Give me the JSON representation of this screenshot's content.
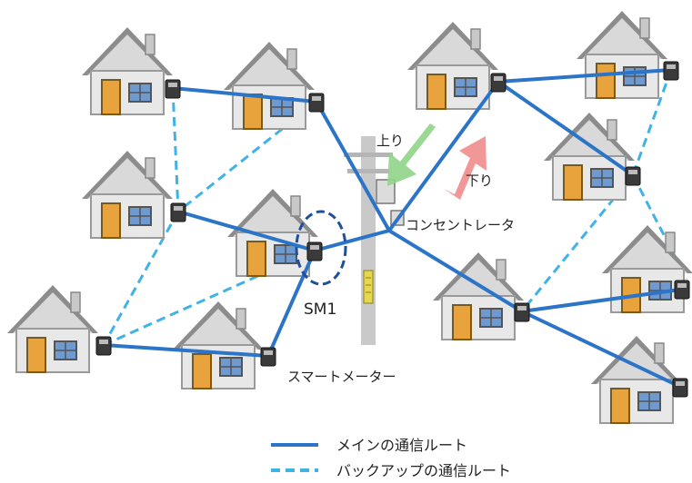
{
  "labels": {
    "uplink": "上り",
    "downlink": "下り",
    "concentrator": "コンセントレータ",
    "sm1": "SM1",
    "smart_meter": "スマートメーター"
  },
  "legend": {
    "main_route": "メインの通信ルート",
    "backup_route": "バックアップの通信ルート"
  },
  "colors": {
    "main_route": "#2b74c7",
    "backup_route": "#3fb2e6",
    "uplink_arrow": "#8fd488",
    "downlink_arrow": "#f08c8c",
    "sm1_circle": "#1f4f9a"
  },
  "icons": [
    "house-icon",
    "smart-meter-icon",
    "utility-pole-icon",
    "concentrator-icon"
  ]
}
